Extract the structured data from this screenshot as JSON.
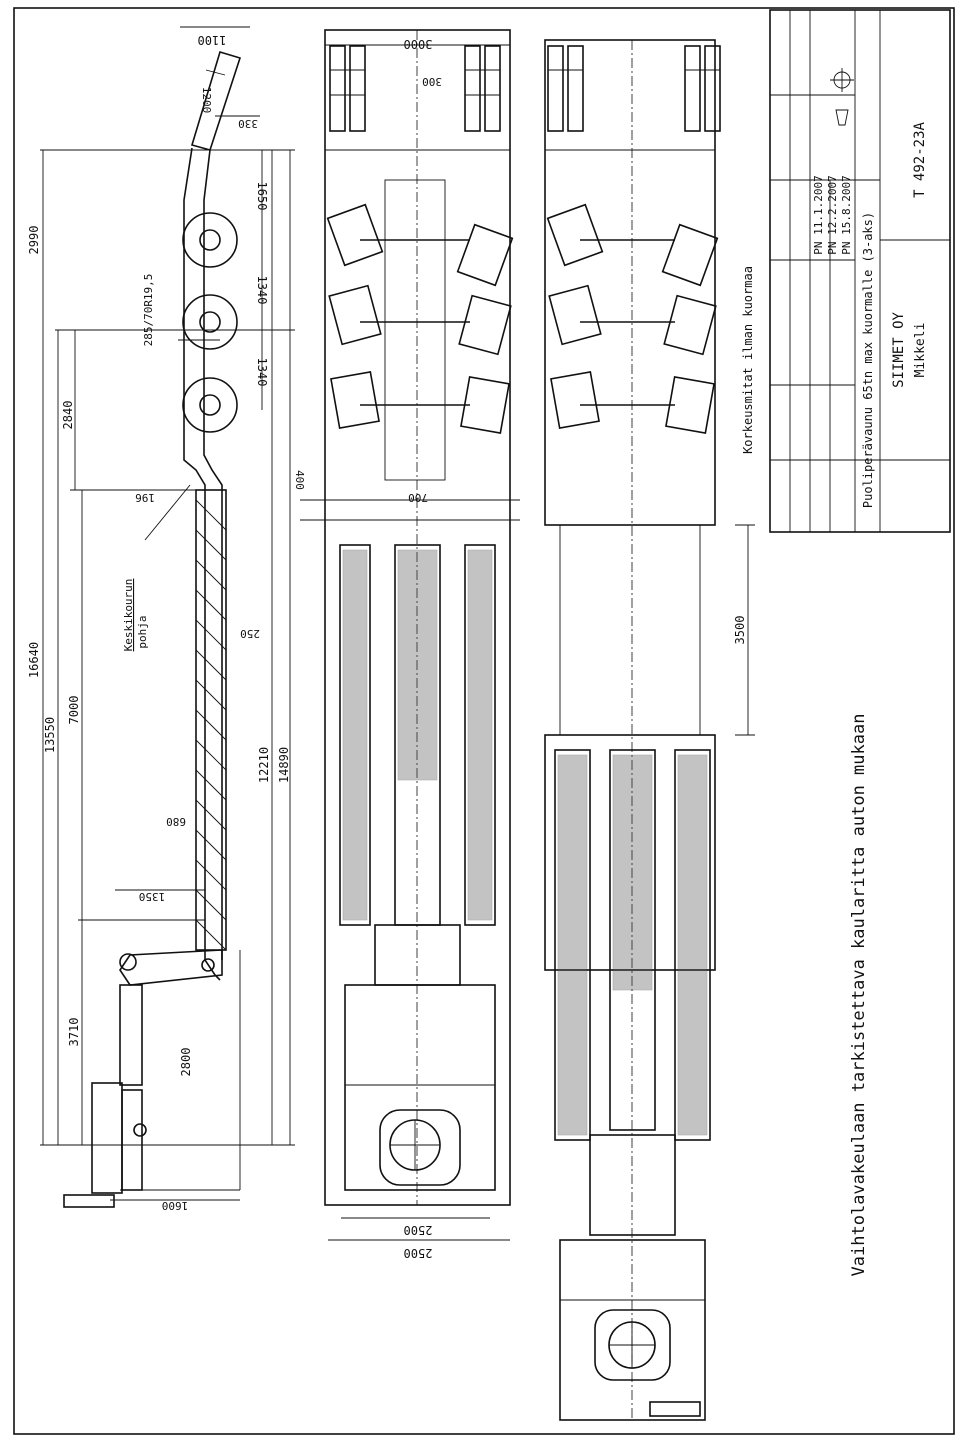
{
  "dimensions": {
    "d1100": "1100",
    "d1200": "1200",
    "d330": "330",
    "d2990": "2990",
    "d1650": "1650",
    "d1340a": "1340",
    "d1340b": "1340",
    "d285": "285/70R19,5",
    "d2840": "2840",
    "d196": "196",
    "d16640": "16640",
    "d250": "250",
    "d7000": "7000",
    "d13550": "13550",
    "d680": "680",
    "d12210": "12210",
    "d14890": "14890",
    "d1350": "1350",
    "d3710": "3710",
    "d2800": "2800",
    "d1600": "1600",
    "d3000": "3000",
    "d300": "300",
    "d400": "400",
    "d700": "700",
    "d2500a": "2500",
    "d2500b": "2500",
    "d3500": "3500"
  },
  "annotations": {
    "keskikourun_1": "Keskikourun",
    "keskikourun_2": "pohja",
    "korkeusmitat": "Korkeusmitat ilman kuormaa",
    "main_note": "Vaihtolavakeulaan tarkistettava kaularitta auton mukaan"
  },
  "title_block": {
    "company": "SIIMET OY",
    "city": "Mikkeli",
    "description": "Puoliperävaunu 65tn max kuormalle (3-aks)",
    "drawing_number": "T 492-23A",
    "date1": "PN 11.1.2007",
    "date2": "PN 12.2.2007",
    "date3": "PN 15.8.2007"
  }
}
